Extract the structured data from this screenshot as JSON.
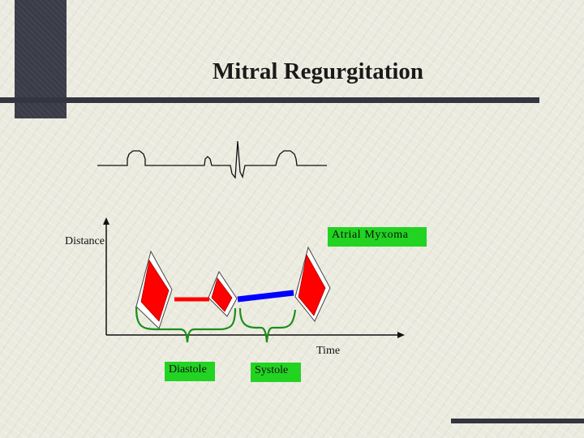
{
  "slide": {
    "title": "Mitral Regurgitation"
  },
  "diagram": {
    "y_axis_label": "Distance",
    "x_axis_label": "Time",
    "annotation": "Atrial Myxoma",
    "phase_labels": {
      "diastole": "Diastole",
      "systole": "Systole"
    },
    "colors": {
      "valve_fill": "#ff0000",
      "diastole_segment": "#ff0000",
      "systole_segment": "#0000ff",
      "brace": "#1b8f1b",
      "label_box": "#22d322",
      "rule": "#33363f"
    }
  }
}
